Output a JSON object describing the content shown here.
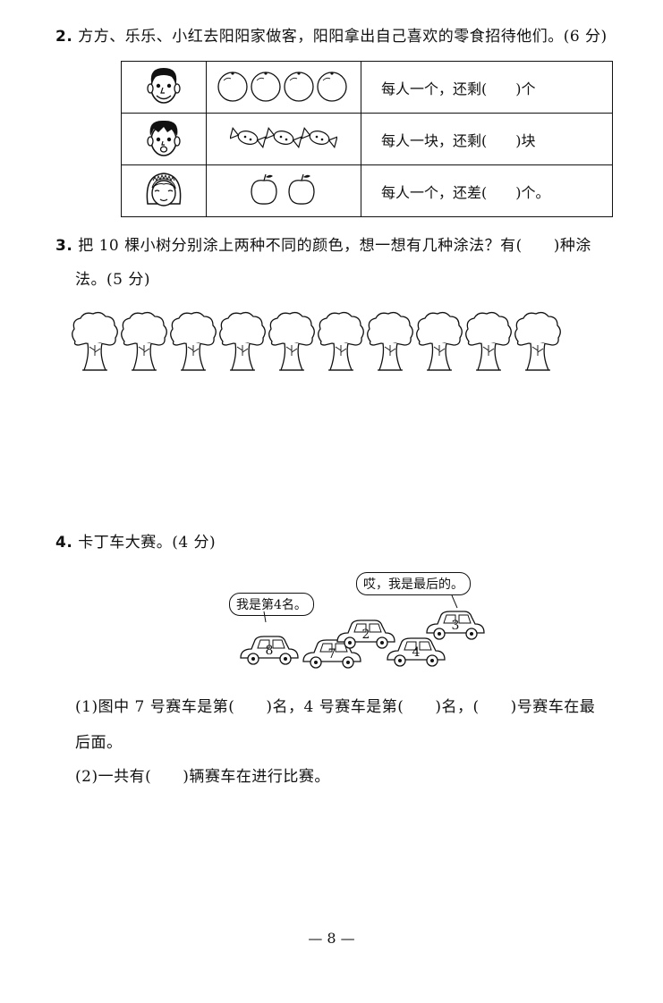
{
  "q2": {
    "number": "2.",
    "text": "方方、乐乐、小红去阳阳家做客，阳阳拿出自己喜欢的零食招待他们。(6 分)",
    "rows": [
      {
        "face": "boy-face-icon",
        "items": "orange",
        "count": 4,
        "answer": "每人一个，还剩(　　)个"
      },
      {
        "face": "boy-face-icon",
        "items": "candy",
        "count": 3,
        "answer": "每人一块，还剩(　　)块"
      },
      {
        "face": "girl-face-icon",
        "items": "apple",
        "count": 2,
        "answer": "每人一个，还差(　　)个。"
      }
    ]
  },
  "q3": {
    "number": "3.",
    "line1": "把 10 棵小树分别涂上两种不同的颜色，想一想有几种涂法？有(　　)种涂",
    "line2": "法。(5 分)",
    "tree_count": 10
  },
  "q4": {
    "number": "4.",
    "title": "卡丁车大赛。(4 分)",
    "bubble_left": "我是第4名。",
    "bubble_right": "哎，我是最后的。",
    "car_numbers": [
      "8",
      "7",
      "2",
      "4",
      "3"
    ],
    "sub1_line1": "(1)图中 7 号赛车是第(　　)名，4 号赛车是第(　　)名，(　　)号赛车在最",
    "sub1_line2": "后面。",
    "sub2": "(2)一共有(　　)辆赛车在进行比赛。"
  },
  "page_number": "— 8 —"
}
